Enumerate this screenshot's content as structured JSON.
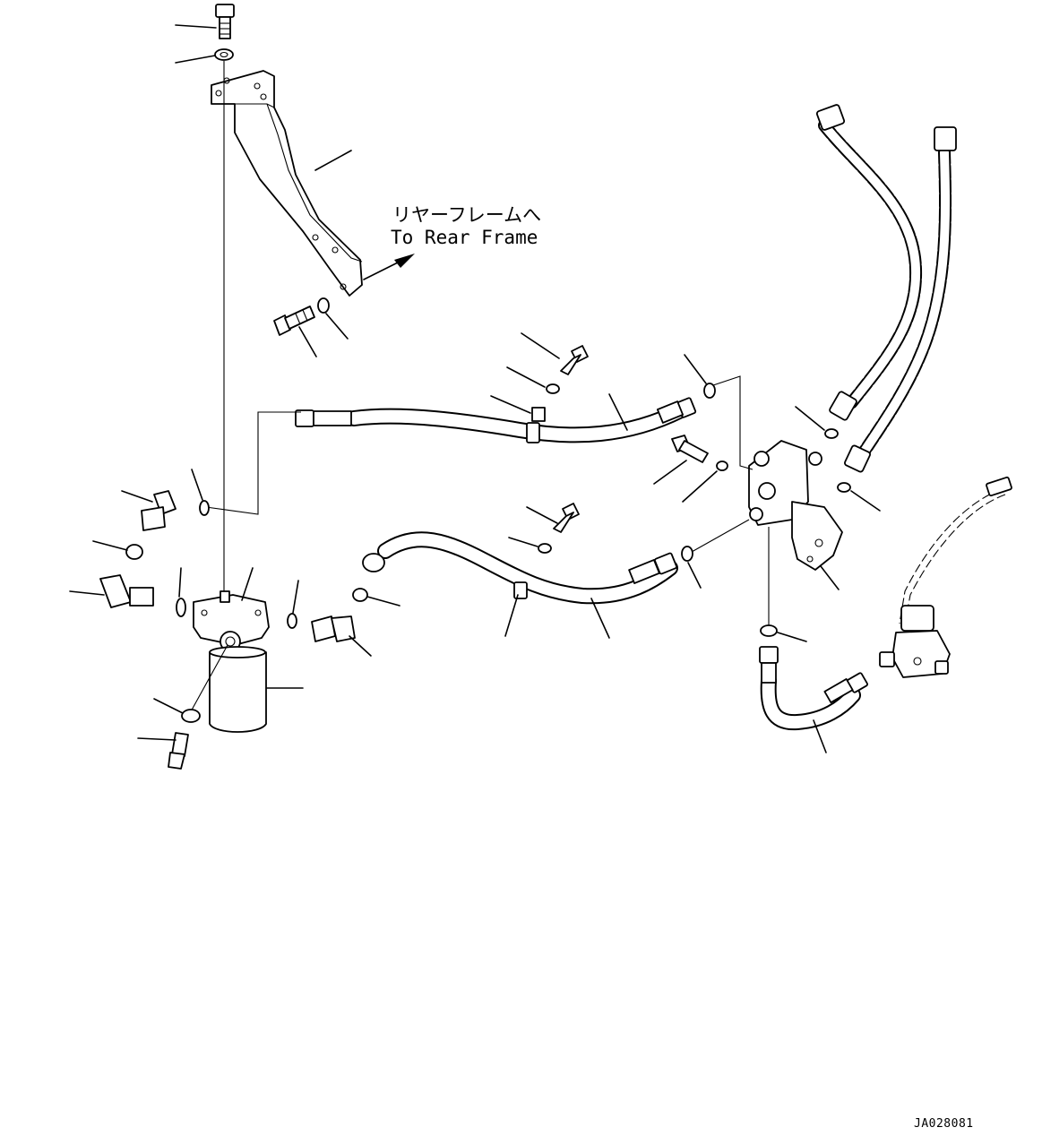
{
  "annotation": {
    "label_jp": "リヤーフレームへ",
    "label_en": "To Rear Frame"
  },
  "drawing_code": "JA028081"
}
